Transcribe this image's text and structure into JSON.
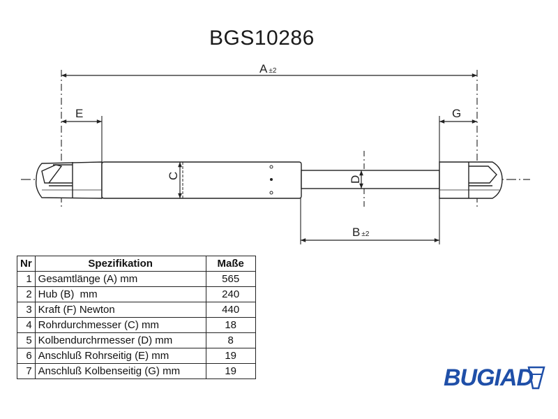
{
  "part_number": "BGS10286",
  "dimensions": {
    "a_label": "A",
    "a_tol": "±2",
    "b_label": "B",
    "b_tol": "±2",
    "c_label": "C",
    "d_label": "D",
    "e_label": "E",
    "g_label": "G"
  },
  "table": {
    "headers": {
      "nr": "Nr",
      "spec": "Spezifikation",
      "value": "Maße"
    },
    "rows": [
      {
        "nr": "1",
        "spec": "Gesamtlänge (A) mm",
        "value": "565"
      },
      {
        "nr": "2",
        "spec": "Hub (B)  mm",
        "value": "240"
      },
      {
        "nr": "3",
        "spec": "Kraft (F) Newton",
        "value": "440"
      },
      {
        "nr": "4",
        "spec": "Rohrdurchmesser (C) mm",
        "value": "18"
      },
      {
        "nr": "5",
        "spec": "Kolbendurchrmesser (D) mm",
        "value": "8"
      },
      {
        "nr": "6",
        "spec": "Anschluß Rohrseitig (E) mm",
        "value": "19"
      },
      {
        "nr": "7",
        "spec": "Anschluß Kolbenseitig (G) mm",
        "value": "19"
      }
    ]
  },
  "brand": "BUGIAD",
  "colors": {
    "brand": "#1f4fa8",
    "line": "#222222"
  }
}
